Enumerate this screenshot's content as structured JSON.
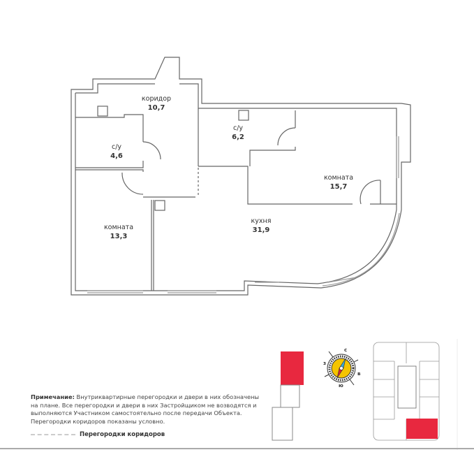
{
  "rooms": [
    {
      "name": "коридор",
      "area": "10,7"
    },
    {
      "name": "с/у",
      "area": "4,6"
    },
    {
      "name": "с/у",
      "area": "6,2"
    },
    {
      "name": "комната",
      "area": "15,7"
    },
    {
      "name": "кухня",
      "area": "31,9"
    },
    {
      "name": "комната",
      "area": "13,3"
    }
  ],
  "note": {
    "title": "Примечание:",
    "text": "Внутриквартирные перегородки и двери в них обозначены на плане. Все перегородки и двери в них Застройщиком не возводятся и выполняются Участником самостоятельно после передачи Объекта. Перегородки коридоров показаны условно."
  },
  "legend": {
    "label": "Перегородки коридоров"
  },
  "compass": {
    "n": "с",
    "s": "ю",
    "w": "з",
    "e": "в"
  },
  "colors": {
    "highlight": "#e8283f",
    "compass_ring": "#f5c400",
    "needle_n": "#3aa9d8",
    "needle_s": "#d8252f"
  }
}
